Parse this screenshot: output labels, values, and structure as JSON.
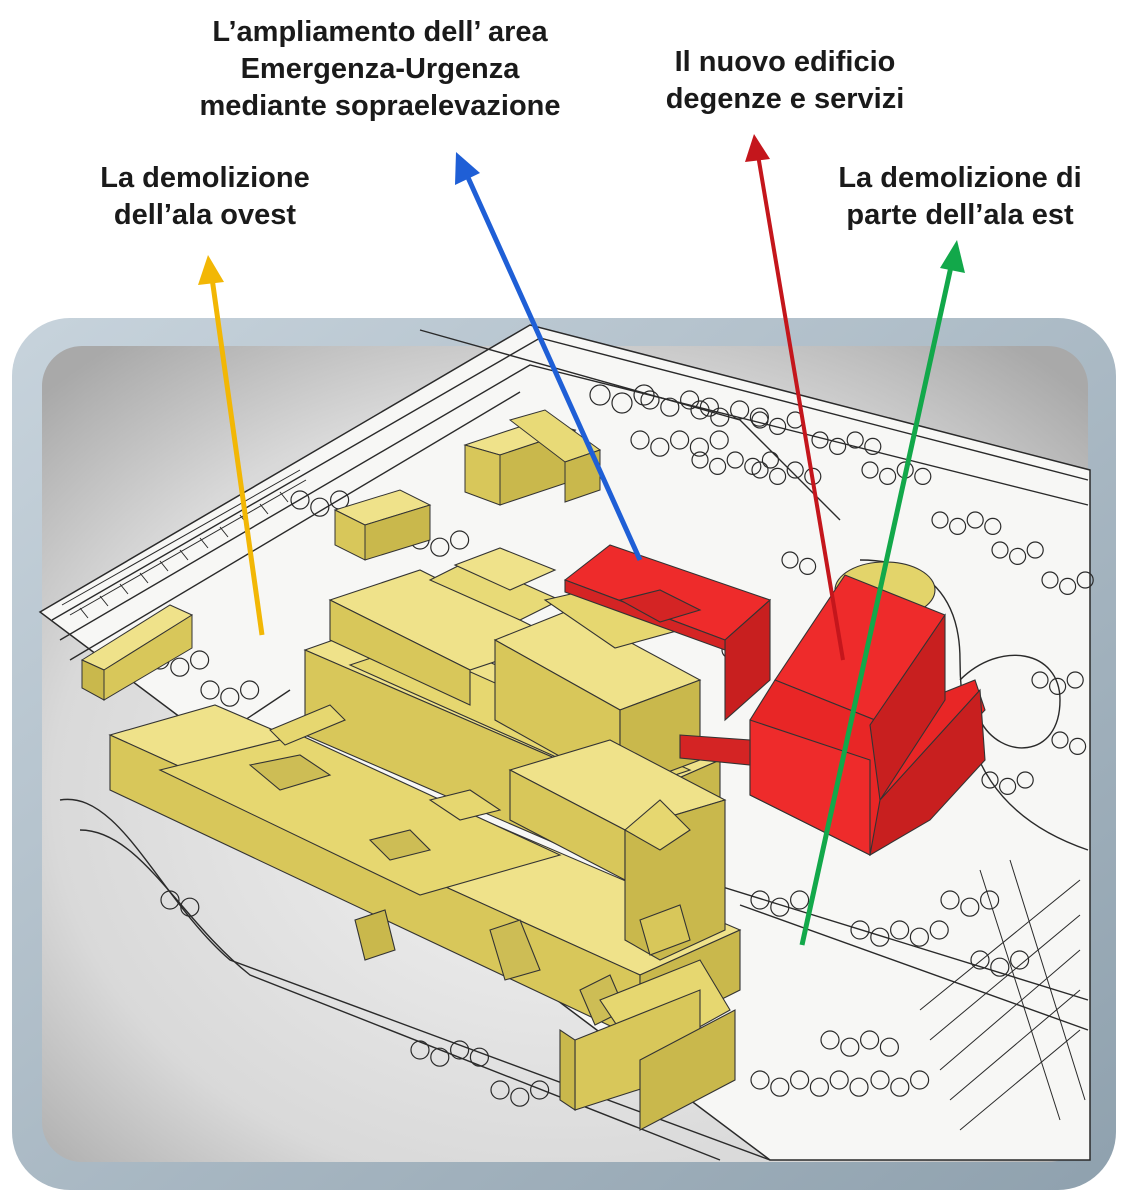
{
  "annotations": {
    "west_demolition": {
      "lines": [
        "La demolizione",
        "dell’ala ovest"
      ],
      "arrow_color": "#f2b705"
    },
    "emergency_expansion": {
      "lines": [
        "L’ampliamento dell’ area",
        "Emergenza-Urgenza",
        "mediante sopraelevazione"
      ],
      "arrow_color": "#1f5fd6"
    },
    "new_building": {
      "lines": [
        "Il nuovo edificio",
        "degenze e servizi"
      ],
      "arrow_color": "#c4161c"
    },
    "east_demolition": {
      "lines": [
        "La demolizione di",
        "parte dell’ala est"
      ],
      "arrow_color": "#12a84a"
    }
  },
  "colors": {
    "existing_building": "#e3d46a",
    "new_building": "#ee2b2b",
    "frame": "#a9b8c4",
    "plan_background": "#dcdcdc"
  }
}
